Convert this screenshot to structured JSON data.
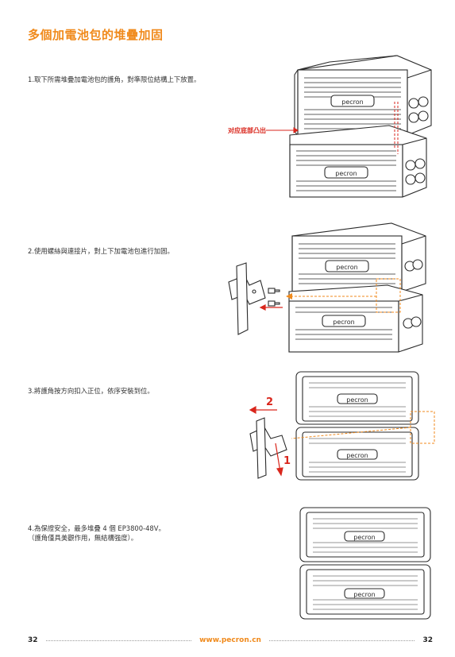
{
  "title": "多個加電池包的堆疊加固",
  "steps": [
    {
      "text": "1.取下所需堆疊加電池包的護角，對準限位結構上下放置。"
    },
    {
      "text": "2.使用螺絲與連接片，對上下加電池包進行加固。"
    },
    {
      "text": "3.將護角按方向扣入正位，依序安裝到位。"
    },
    {
      "text": "4.為保證安全，最多堆疊 4 個 EP3800-48V。",
      "note": "（護角僅具美觀作用，無結構強度）。"
    }
  ],
  "figure1": {
    "callout": "对应底部凸出"
  },
  "figure3": {
    "arrow1_label": "1",
    "arrow2_label": "2"
  },
  "brand": "pecron",
  "footer": {
    "page_left": "32",
    "website": "www.pecron.cn",
    "page_right": "32"
  },
  "colors": {
    "accent": "#f08a1c",
    "arrow_red": "#d9261c",
    "line": "#2a2a2a"
  }
}
